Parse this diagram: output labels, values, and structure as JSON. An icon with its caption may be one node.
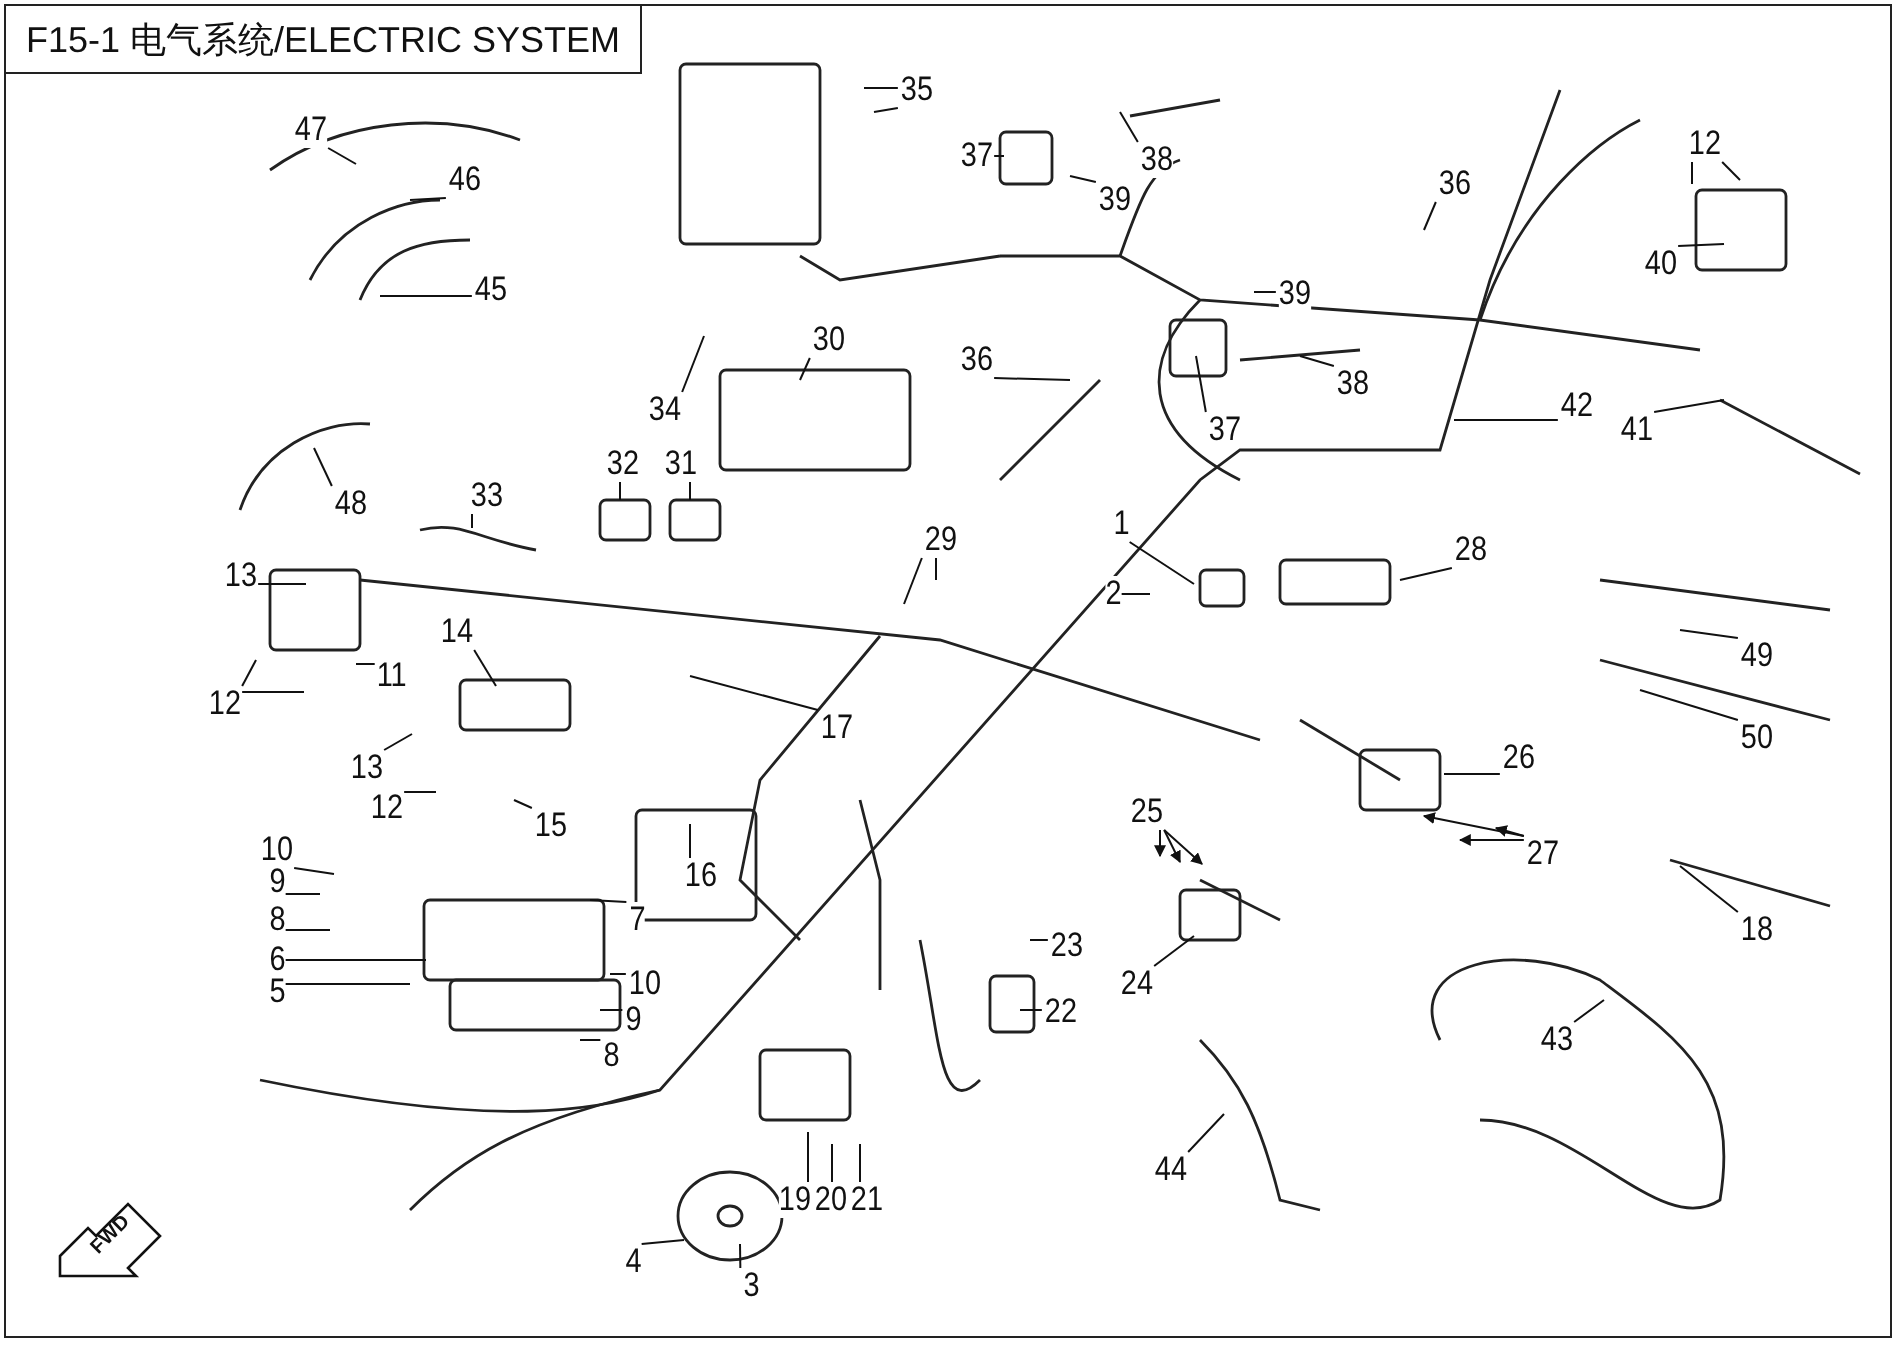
{
  "diagram": {
    "title": "F15-1 电气系统/ELECTRIC SYSTEM",
    "nodes": [
      {
        "text": [
          "35"
        ]
      },
      {
        "text": [
          "47"
        ]
      },
      {
        "text": [
          "12"
        ]
      },
      {
        "text": [
          "37"
        ]
      },
      {
        "text": [
          "38"
        ]
      },
      {
        "text": [
          "46"
        ]
      },
      {
        "text": [
          "36"
        ]
      },
      {
        "text": [
          "39"
        ]
      },
      {
        "text": [
          "40"
        ]
      },
      {
        "text": [
          "45"
        ]
      },
      {
        "text": [
          "39"
        ]
      },
      {
        "text": [
          "30"
        ]
      },
      {
        "text": [
          "36"
        ]
      },
      {
        "text": [
          "38"
        ]
      },
      {
        "text": [
          "42"
        ]
      },
      {
        "text": [
          "34"
        ]
      },
      {
        "text": [
          "37"
        ]
      },
      {
        "text": [
          "41"
        ]
      },
      {
        "text": [
          "32"
        ]
      },
      {
        "text": [
          "31"
        ]
      },
      {
        "text": [
          "33"
        ]
      },
      {
        "text": [
          "48"
        ]
      },
      {
        "text": [
          "1"
        ]
      },
      {
        "text": [
          "29"
        ]
      },
      {
        "text": [
          "28"
        ]
      },
      {
        "text": [
          "13"
        ]
      },
      {
        "text": [
          "2"
        ]
      },
      {
        "text": [
          "14"
        ]
      },
      {
        "text": [
          "49"
        ]
      },
      {
        "text": [
          "11"
        ]
      },
      {
        "text": [
          "12"
        ]
      },
      {
        "text": [
          "17"
        ]
      },
      {
        "text": [
          "50"
        ]
      },
      {
        "text": [
          "26"
        ]
      },
      {
        "text": [
          "13"
        ]
      },
      {
        "text": [
          "12"
        ]
      },
      {
        "text": [
          "25"
        ]
      },
      {
        "text": [
          "15"
        ]
      },
      {
        "text": [
          "10"
        ]
      },
      {
        "text": [
          "27"
        ]
      },
      {
        "text": [
          "16"
        ]
      },
      {
        "text": [
          "9"
        ]
      },
      {
        "text": [
          "8"
        ]
      },
      {
        "text": [
          "7"
        ]
      },
      {
        "text": [
          "18"
        ]
      },
      {
        "text": [
          "23"
        ]
      },
      {
        "text": [
          "6"
        ]
      },
      {
        "text": [
          "10"
        ]
      },
      {
        "text": [
          "24"
        ]
      },
      {
        "text": [
          "5"
        ]
      },
      {
        "text": [
          "22"
        ]
      },
      {
        "text": [
          "9"
        ]
      },
      {
        "text": [
          "43"
        ]
      },
      {
        "text": [
          "8"
        ]
      },
      {
        "text": [
          "44"
        ]
      },
      {
        "text": [
          "19"
        ]
      },
      {
        "text": [
          "20"
        ]
      },
      {
        "text": [
          "21"
        ]
      },
      {
        "text": [
          "4"
        ]
      },
      {
        "text": [
          "3"
        ]
      }
    ],
    "edges": [
      {
        "from": 0,
        "to": null,
        "arrow": "none"
      },
      {
        "from": 0,
        "to": null,
        "arrow": "none"
      },
      {
        "from": 1,
        "to": null,
        "arrow": "none"
      },
      {
        "from": 2,
        "to": null,
        "arrow": "none"
      },
      {
        "from": 2,
        "to": null,
        "arrow": "none"
      },
      {
        "from": 3,
        "to": null,
        "arrow": "none"
      },
      {
        "from": 4,
        "to": null,
        "arrow": "none"
      },
      {
        "from": 5,
        "to": null,
        "arrow": "none"
      },
      {
        "from": 6,
        "to": null,
        "arrow": "none"
      },
      {
        "from": 7,
        "to": null,
        "arrow": "none"
      },
      {
        "from": 8,
        "to": null,
        "arrow": "none"
      },
      {
        "from": 9,
        "to": null,
        "arrow": "none"
      },
      {
        "from": 10,
        "to": null,
        "arrow": "none"
      },
      {
        "from": 11,
        "to": null,
        "arrow": "none"
      },
      {
        "from": 12,
        "to": null,
        "arrow": "none"
      },
      {
        "from": 13,
        "to": null,
        "arrow": "none"
      },
      {
        "from": 14,
        "to": null,
        "arrow": "none"
      },
      {
        "from": 15,
        "to": null,
        "arrow": "none"
      },
      {
        "from": 16,
        "to": null,
        "arrow": "none"
      },
      {
        "from": 17,
        "to": null,
        "arrow": "none"
      },
      {
        "from": 18,
        "to": null,
        "arrow": "none"
      },
      {
        "from": 19,
        "to": null,
        "arrow": "none"
      },
      {
        "from": 20,
        "to": null,
        "arrow": "none"
      },
      {
        "from": 21,
        "to": null,
        "arrow": "none"
      },
      {
        "from": 22,
        "to": null,
        "arrow": "none"
      },
      {
        "from": 23,
        "to": null,
        "arrow": "none"
      },
      {
        "from": 23,
        "to": null,
        "arrow": "none"
      },
      {
        "from": 24,
        "to": null,
        "arrow": "none"
      },
      {
        "from": 25,
        "to": null,
        "arrow": "none"
      },
      {
        "from": 26,
        "to": null,
        "arrow": "none"
      },
      {
        "from": 27,
        "to": null,
        "arrow": "none"
      },
      {
        "from": 28,
        "to": null,
        "arrow": "none"
      },
      {
        "from": 29,
        "to": null,
        "arrow": "none"
      },
      {
        "from": 30,
        "to": null,
        "arrow": "none"
      },
      {
        "from": 30,
        "to": null,
        "arrow": "none"
      },
      {
        "from": 31,
        "to": null,
        "arrow": "none"
      },
      {
        "from": 32,
        "to": null,
        "arrow": "none"
      },
      {
        "from": 33,
        "to": null,
        "arrow": "none"
      },
      {
        "from": 34,
        "to": null,
        "arrow": "none"
      },
      {
        "from": 35,
        "to": null,
        "arrow": "none"
      },
      {
        "from": 36,
        "to": null,
        "arrow": "to"
      },
      {
        "from": 36,
        "to": null,
        "arrow": "to"
      },
      {
        "from": 36,
        "to": null,
        "arrow": "to"
      },
      {
        "from": 37,
        "to": null,
        "arrow": "none"
      },
      {
        "from": 38,
        "to": null,
        "arrow": "none"
      },
      {
        "from": 39,
        "to": null,
        "arrow": "to"
      },
      {
        "from": 39,
        "to": null,
        "arrow": "to"
      },
      {
        "from": 39,
        "to": null,
        "arrow": "to"
      },
      {
        "from": 40,
        "to": null,
        "arrow": "none"
      },
      {
        "from": 41,
        "to": null,
        "arrow": "none"
      },
      {
        "from": 42,
        "to": null,
        "arrow": "none"
      },
      {
        "from": 43,
        "to": null,
        "arrow": "none"
      },
      {
        "from": 44,
        "to": null,
        "arrow": "none"
      },
      {
        "from": 45,
        "to": null,
        "arrow": "none"
      },
      {
        "from": 46,
        "to": null,
        "arrow": "none"
      },
      {
        "from": 47,
        "to": null,
        "arrow": "none"
      },
      {
        "from": 48,
        "to": null,
        "arrow": "none"
      },
      {
        "from": 49,
        "to": null,
        "arrow": "none"
      },
      {
        "from": 50,
        "to": null,
        "arrow": "none"
      },
      {
        "from": 51,
        "to": null,
        "arrow": "none"
      },
      {
        "from": 52,
        "to": null,
        "arrow": "none"
      },
      {
        "from": 53,
        "to": null,
        "arrow": "none"
      },
      {
        "from": 54,
        "to": null,
        "arrow": "none"
      },
      {
        "from": 55,
        "to": null,
        "arrow": "none"
      },
      {
        "from": 56,
        "to": null,
        "arrow": "none"
      },
      {
        "from": 57,
        "to": null,
        "arrow": "none"
      },
      {
        "from": 58,
        "to": null,
        "arrow": "none"
      },
      {
        "from": 59,
        "to": null,
        "arrow": "none"
      }
    ],
    "labels": [
      "FWD"
    ]
  }
}
